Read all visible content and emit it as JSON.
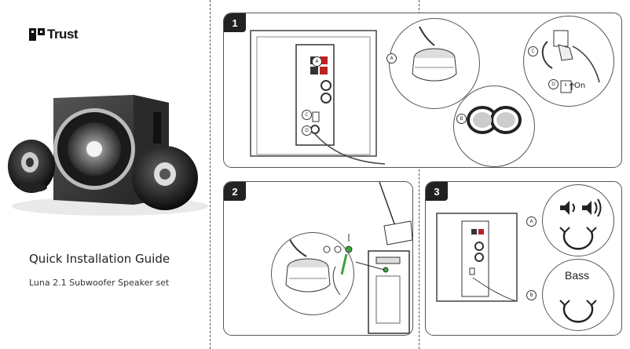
{
  "brand": {
    "name": "Trust",
    "logo_icon": "trust-logo-icon"
  },
  "cover": {
    "title": "Quick Installation Guide",
    "subtitle": "Luna 2.1 Subwoofer Speaker set"
  },
  "steps": [
    {
      "number": "1",
      "markers": [
        "A",
        "B",
        "C",
        "D"
      ],
      "switch_label": "On"
    },
    {
      "number": "2"
    },
    {
      "number": "3",
      "markers": [
        "A",
        "B"
      ],
      "knob_label": "Bass"
    }
  ],
  "colors": {
    "badge": "#222222",
    "line": "#555555",
    "accent_green": "#3aa53a"
  }
}
